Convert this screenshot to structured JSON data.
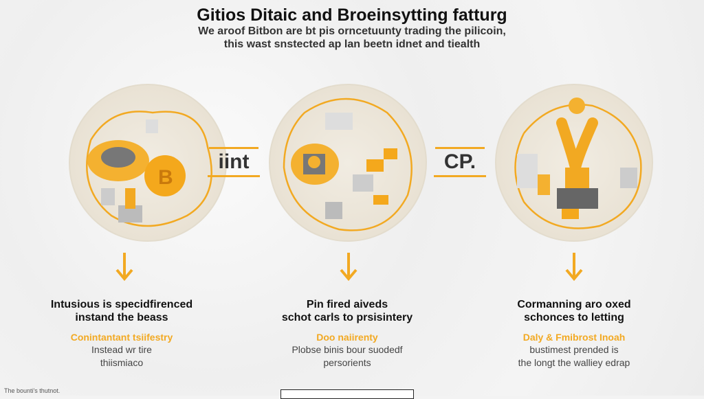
{
  "title": "Gitios Ditaic and Broeinsytting fatturg",
  "subtitle": [
    "We aroof Bitbon are bt pis orncetuunty trading the pilicoin,",
    "this wast snstected ap lan beetn idnet and tiealth"
  ],
  "connectors": [
    "iint",
    "CP."
  ],
  "columns": [
    {
      "heading": [
        "Intusious is specidfirenced",
        "instand the beass"
      ],
      "highlight": "Conintantant tsiifestry",
      "desc": [
        "Instead wr tire",
        "thiismiaco"
      ]
    },
    {
      "heading": [
        "Pin fired aiveds",
        "schot carls to prsisintery"
      ],
      "highlight": "Doo naiirenty",
      "desc": [
        "Plobse binis bour suodedf",
        "persorients"
      ]
    },
    {
      "heading": [
        "Cormanning aro oxed",
        "schonces to letting"
      ],
      "highlight": "Daly & Fmibrost Inoah",
      "desc": [
        "bustimest prended is",
        "the longt the walliey edrap"
      ]
    }
  ],
  "footer": "The bounti's thutnot.",
  "colors": {
    "accent": "#f2a922",
    "text": "#111111"
  }
}
